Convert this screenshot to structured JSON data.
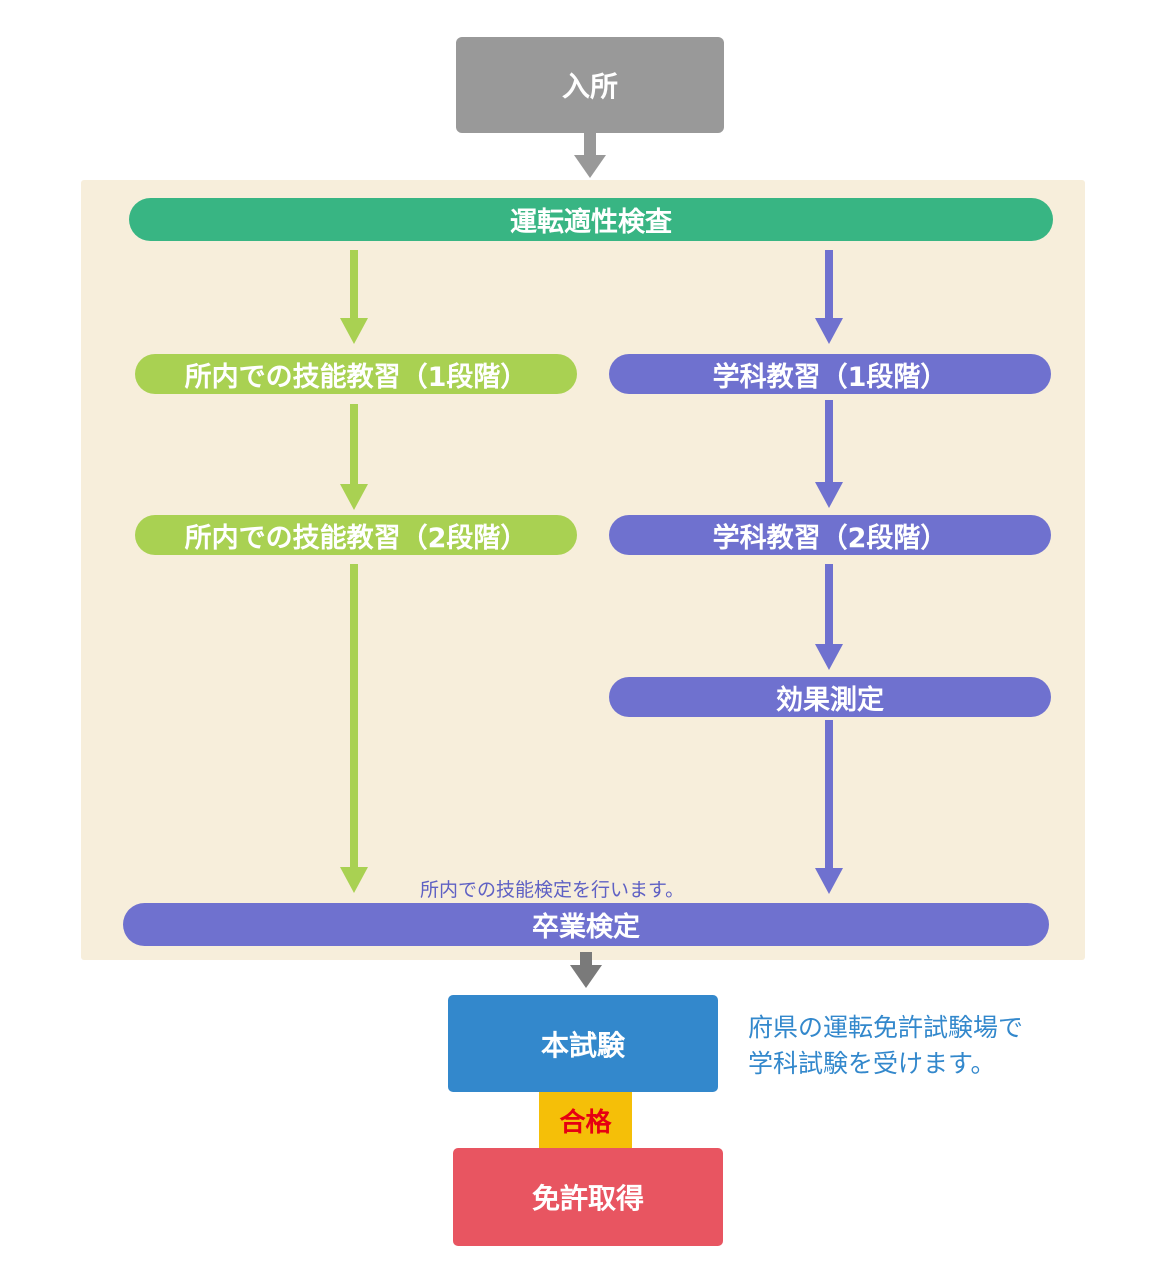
{
  "flow": {
    "start": "入所",
    "aptitude": "運転適性検査",
    "skill_1": "所内での技能教習（1段階）",
    "skill_2": "所内での技能教習（2段階）",
    "academic_1": "学科教習（1段階）",
    "academic_2": "学科教習（2段階）",
    "effect_test": "効果測定",
    "graduation_note": "所内での技能検定を行います。",
    "graduation": "卒業検定",
    "main_exam": "本試験",
    "main_exam_note_line1": "府県の運転免許試験場で",
    "main_exam_note_line2": "学科試験を受けます。",
    "pass": "合格",
    "license": "免許取得"
  },
  "colors": {
    "gray": "#999999",
    "green_dark": "#38b583",
    "green_light": "#a9d152",
    "purple": "#6f71cf",
    "blue": "#3388cc",
    "red": "#e85561",
    "yellow": "#f5bf08",
    "pass_text": "#e60012",
    "panel_bg": "#f7eedb"
  }
}
